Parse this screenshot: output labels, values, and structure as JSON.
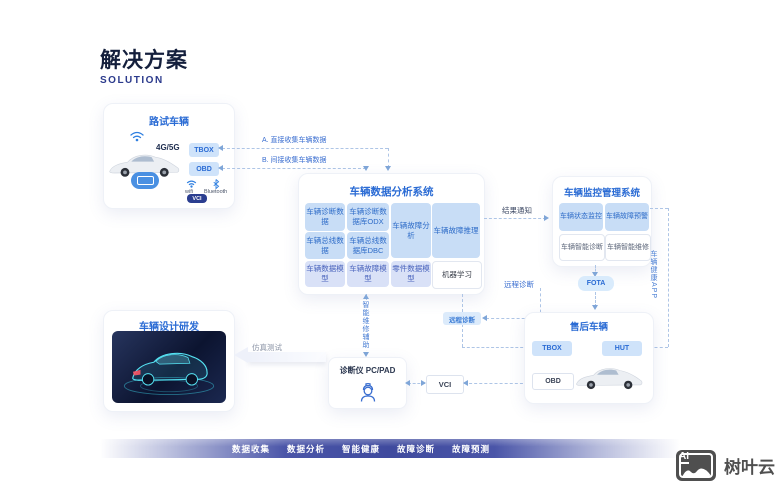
{
  "header": {
    "title_zh": "解决方案",
    "title_en": "SOLUTION"
  },
  "road_test": {
    "title": "路试车辆",
    "network": "4G/5G",
    "tbox": "TBOX",
    "obd": "OBD",
    "wifi": "wifi",
    "bluetooth": "Bluetooth",
    "vci": "VCI"
  },
  "flows": {
    "collect_a": "A. 直接收集车辆数据",
    "collect_b": "B. 间接收集车辆数据",
    "result_notice": "结果通知",
    "remote_diag_line": "远程诊断",
    "remote_diag_pill": "远程诊断",
    "sim_test": "仿真测试",
    "smart_maintenance": "智能维修辅助",
    "vehicle_health_app": "车辆健康APP",
    "fota": "FOTA"
  },
  "analysis": {
    "title": "车辆数据分析系统",
    "cells": [
      "车辆诊断数据",
      "车辆诊断数据库ODX",
      "车辆故障分析",
      "车辆故障推理",
      "车辆总线数据",
      "车辆总线数据库DBC",
      "车辆数据模型",
      "车辆故障模型",
      "零件数据模型",
      "机器学习"
    ]
  },
  "monitor": {
    "title": "车辆监控管理系统",
    "cells": [
      "车辆状态监控",
      "车辆故障预警",
      "车辆智能诊断",
      "车辆智能维修"
    ]
  },
  "design": {
    "title": "车辆设计研发"
  },
  "aftersales": {
    "title": "售后车辆",
    "tbox": "TBOX",
    "hut": "HUT",
    "obd": "OBD"
  },
  "diagnostic": {
    "title": "诊断仪 PC/PAD"
  },
  "vci_button": "VCI",
  "footer": {
    "items": [
      "数据收集",
      "数据分析",
      "智能健康",
      "故障诊断",
      "故障预测"
    ]
  },
  "brand": {
    "ai": "AI",
    "name": "树叶云"
  },
  "colors": {
    "accent": "#2a6bd4",
    "cell_blue": "#c8ddf6",
    "cell_lavender": "#d9e1f7",
    "chip_blue": "#cfe3fa",
    "badge_navy": "#2b3e90",
    "footer_indigo": "#4653a4",
    "connector": "#aec5e6"
  }
}
